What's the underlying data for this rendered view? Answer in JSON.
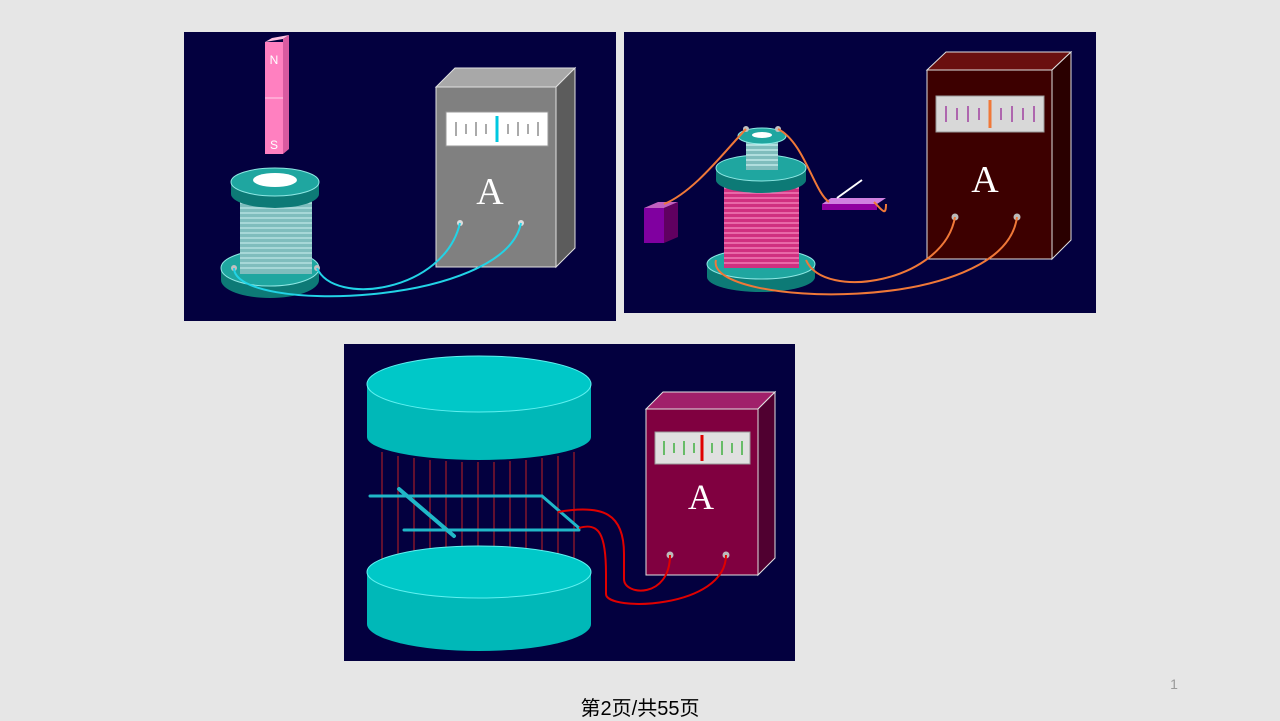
{
  "slide": {
    "number": "1",
    "footer": "第2页/共55页"
  },
  "panels": {
    "magnet_coil": {
      "magnet_north": "N",
      "magnet_south": "S",
      "meter_letter": "A",
      "meter_color": "#808080",
      "coil_color": "#1fa6a0",
      "wire_color": "#22d3e6"
    },
    "two_coils": {
      "meter_letter": "A",
      "meter_color": "#3d0000",
      "coil_color": "#e0409a",
      "wire_color": "#f07838"
    },
    "moving_rod": {
      "meter_letter": "A",
      "meter_color": "#800040",
      "pole_color": "#00b8b8",
      "wire_color": "#e00000"
    }
  }
}
